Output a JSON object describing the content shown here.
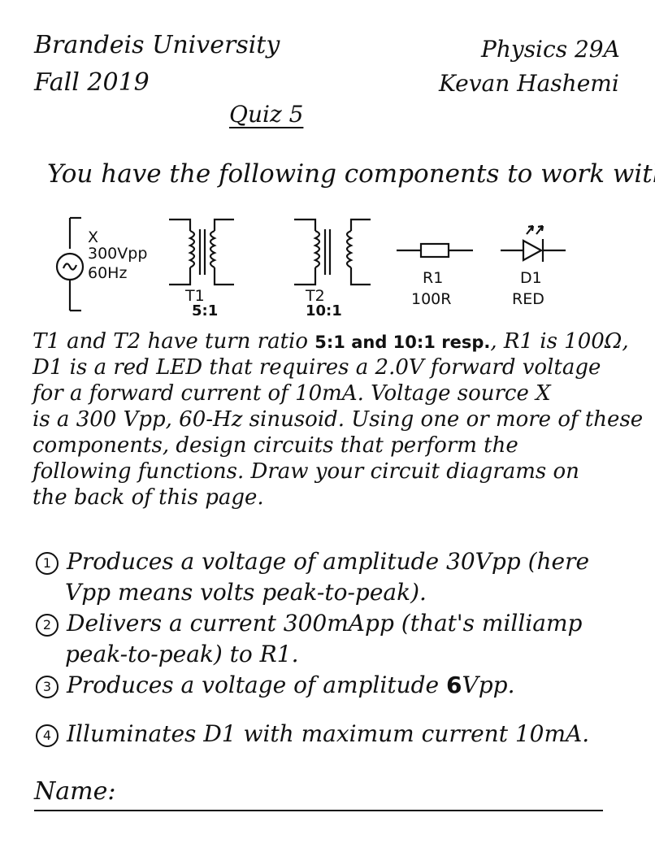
{
  "header": {
    "university": "Brandeis University",
    "term": "Fall 2019",
    "course": "Physics 29A",
    "instructor": "Kevan Hashemi",
    "title": "Quiz 5"
  },
  "intro": "You have the following components to work with:",
  "components": {
    "source_name": "X",
    "source_v": "300Vpp",
    "source_f": "60Hz",
    "t1_name": "T1",
    "t1_ratio": "5:1",
    "t2_name": "T2",
    "t2_ratio": "10:1",
    "r1_name": "R1",
    "r1_value": "100R",
    "d1_name": "D1",
    "d1_value": "RED"
  },
  "description": {
    "l1a": "T1 and T2 have turn ratio ",
    "l1b": "5:1 and 10:1 resp.",
    "l1c": ", R1 is 100Ω,",
    "l2": "D1 is a red LED that requires a 2.0V forward voltage",
    "l3": "for a forward current of 10mA. Voltage source X",
    "l4": "is a 300 Vpp, 60-Hz sinusoid. Using one or more of these",
    "l5": "components, design circuits that perform the",
    "l6": "following functions. Draw your circuit diagrams on",
    "l7": "the back of this page."
  },
  "items": {
    "i1_num": "1",
    "i1_a": "Produces a voltage of amplitude 30Vpp (here",
    "i1_b": "Vpp means volts peak-to-peak).",
    "i2_num": "2",
    "i2_a": "Delivers a current 300mApp (that's milliamp",
    "i2_b": "peak-to-peak) to R1.",
    "i3_num": "3",
    "i3_a": "Produces a voltage of amplitude ",
    "i3_bold": "6",
    "i3_c": "Vpp.",
    "i4_num": "4",
    "i4_a": "Illuminates D1 with maximum current 10mA."
  },
  "footer": {
    "name_label": "Name:"
  }
}
